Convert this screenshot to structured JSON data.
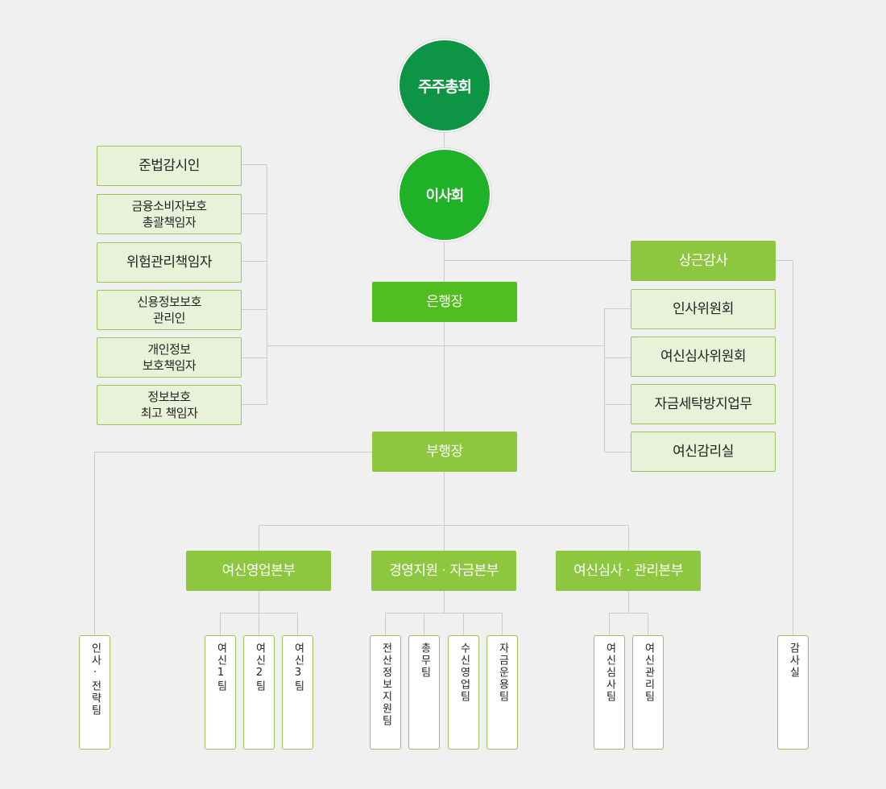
{
  "top": {
    "shareholders": "주주총회",
    "board": "이사회",
    "ceo": "은행장",
    "vice": "부행장",
    "auditor": "상근감사"
  },
  "left_officers": [
    [
      "준법감시인"
    ],
    [
      "금융소비자보호",
      "총괄책임자"
    ],
    [
      "위험관리책임자"
    ],
    [
      "신용정보보호",
      "관리인"
    ],
    [
      "개인정보",
      "보호책임자"
    ],
    [
      "정보보호",
      "최고 책임자"
    ]
  ],
  "right_committees": [
    "인사위원회",
    "여신심사위원회",
    "자금세탁방지업무",
    "여신감리실"
  ],
  "divisions": [
    "여신영업본부",
    "경영지원 · 자금본부",
    "여신심사 · 관리본부"
  ],
  "teams": {
    "hr": "인사·전략팀",
    "loan1": "여신1팀",
    "loan2": "여신2팀",
    "loan3": "여신3팀",
    "it": "전산정보지원팀",
    "general": "총무팀",
    "deposit": "수신영업팀",
    "fund": "자금운용팀",
    "review": "여신심사팀",
    "manage": "여신관리팀",
    "audit": "감사실"
  },
  "colors": {
    "dark_green": "#0d9444",
    "green": "#1fb127",
    "mid_green": "#52bd1f",
    "light_green": "#8dc63f",
    "pale_green": "#e8f2d9",
    "line": "#cccccc"
  }
}
